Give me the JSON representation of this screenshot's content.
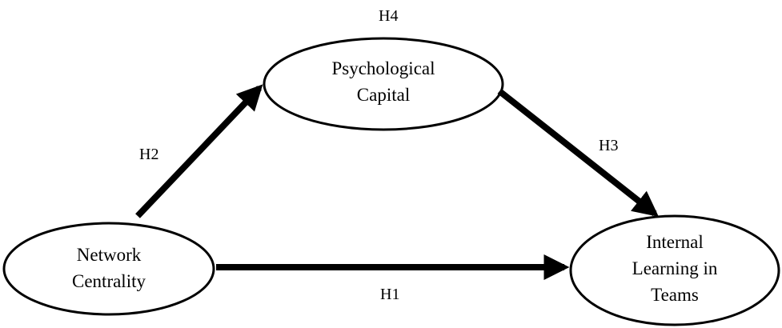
{
  "nodes": {
    "psychological_capital": {
      "lines": [
        "Psychological",
        "Capital"
      ]
    },
    "network_centrality": {
      "lines": [
        "Network",
        "Centrality"
      ]
    },
    "internal_learning": {
      "lines": [
        "Internal",
        "Learning in",
        "Teams"
      ]
    }
  },
  "hypotheses": {
    "h1": "H1",
    "h2": "H2",
    "h3": "H3",
    "h4": "H4"
  },
  "colors": {
    "stroke": "#000000",
    "background": "#ffffff"
  }
}
